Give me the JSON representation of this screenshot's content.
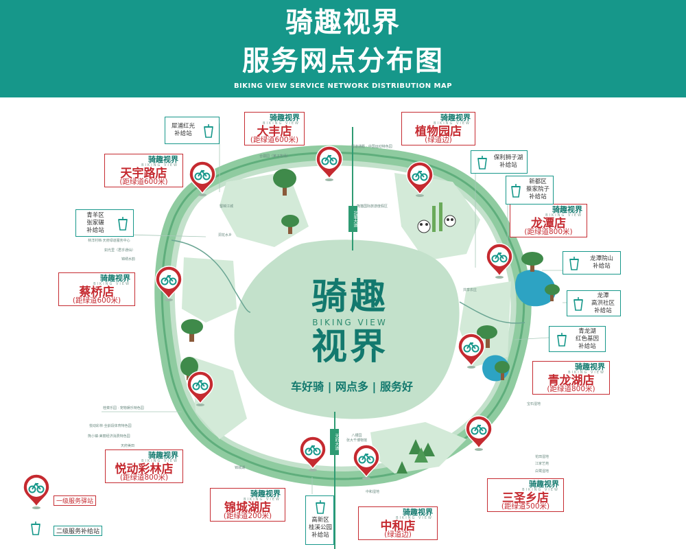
{
  "header": {
    "title_line1": "骑趣视界",
    "title_line2": "服务网点分布图",
    "title_en": "BIKING VIEW SERVICE NETWORK DISTRIBUTION MAP"
  },
  "brand": {
    "name": "骑趣视界",
    "name_en": "BIKING VIEW"
  },
  "center": {
    "line1": "骑趣",
    "en": "BIKING VIEW",
    "line2": "视界",
    "slogan": "车好骑 | 网点多 | 服务好"
  },
  "stores": [
    {
      "key": "dafeng",
      "name": "大丰店",
      "distance": "(距绿道600米)"
    },
    {
      "key": "zhiwuyuan",
      "name": "植物园店",
      "distance": "(绿道边)"
    },
    {
      "key": "tianyulu",
      "name": "天宇路店",
      "distance": "(距绿道600米)"
    },
    {
      "key": "longtan",
      "name": "龙潭店",
      "distance": "(距绿道800米)"
    },
    {
      "key": "caiqiao",
      "name": "蔡桥店",
      "distance": "(距绿道600米)"
    },
    {
      "key": "qinglonghu",
      "name": "青龙湖店",
      "distance": "(距绿道800米)"
    },
    {
      "key": "yuedong",
      "name": "悦动彩林店",
      "distance": "(距绿道800米)"
    },
    {
      "key": "jinchenghu",
      "name": "锦城湖店",
      "distance": "(距绿道200米)"
    },
    {
      "key": "zhonghe",
      "name": "中和店",
      "distance": "(绿道边)"
    },
    {
      "key": "sanshengxiang",
      "name": "三圣乡店",
      "distance": "(距绿道500米)"
    }
  ],
  "supply": [
    {
      "key": "xipu",
      "text": "犀浦红光\n补给站"
    },
    {
      "key": "baoli",
      "text": "保利狮子湖\n补给站"
    },
    {
      "key": "xindu",
      "text": "新都区\n蔡家院子\n补给站"
    },
    {
      "key": "qingyang",
      "text": "青羊区\n张家碾\n补给站"
    },
    {
      "key": "longtanyuan",
      "text": "龙潭院山\n补给站"
    },
    {
      "key": "gaohong",
      "text": "龙潭\n高洪社区\n补给站"
    },
    {
      "key": "hongse",
      "text": "青龙湖\n红色基因\n补给站"
    },
    {
      "key": "guixi",
      "text": "高新区\n桂溪公园\n补给站"
    }
  ],
  "roads": {
    "north": "北星大道",
    "south": "天府大道"
  },
  "places": [
    {
      "key": "p1",
      "text": "合疆园（茅子牧场）"
    },
    {
      "key": "p2",
      "text": "蜀锦江城"
    },
    {
      "key": "p3",
      "text": "洞花水乡"
    },
    {
      "key": "p4",
      "text": "蜀道通衢 · 中国运动特色园"
    },
    {
      "key": "p5",
      "text": "熊猫国际旅游度假区"
    },
    {
      "key": "p6",
      "text": "林洋村档·天府绿道服务中心"
    },
    {
      "key": "p7",
      "text": "如光里（君乎通仙）"
    },
    {
      "key": "p8",
      "text": "锦绣水韵"
    },
    {
      "key": "p9",
      "text": "共享农庄"
    },
    {
      "key": "p10",
      "text": "桂菜乐园 · 宠物娱乐特色园"
    },
    {
      "key": "p11",
      "text": "悦动彩林·全龄段体育特色园"
    },
    {
      "key": "p12",
      "text": "熊小镇·美丽经济消费特色园"
    },
    {
      "key": "p13",
      "text": "天府美田"
    },
    {
      "key": "p14",
      "text": "锦城湖"
    },
    {
      "key": "p15",
      "text": "八槽园\n张大千博物馆"
    },
    {
      "key": "p16",
      "text": "中和湿地"
    },
    {
      "key": "p17",
      "text": "宝石湿地"
    },
    {
      "key": "p18",
      "text": "花田湿地"
    },
    {
      "key": "p19",
      "text": "江家艺苑"
    },
    {
      "key": "p20",
      "text": "白鹭湿地"
    }
  ],
  "legend": {
    "primary": "一级服务驿站",
    "secondary": "二级服务补给站"
  },
  "colors": {
    "header": "#16978a",
    "accent_red": "#c52a30",
    "green_dark": "#13796e",
    "green_trail": "#82c49a",
    "green_area": "#c3e1cb"
  }
}
